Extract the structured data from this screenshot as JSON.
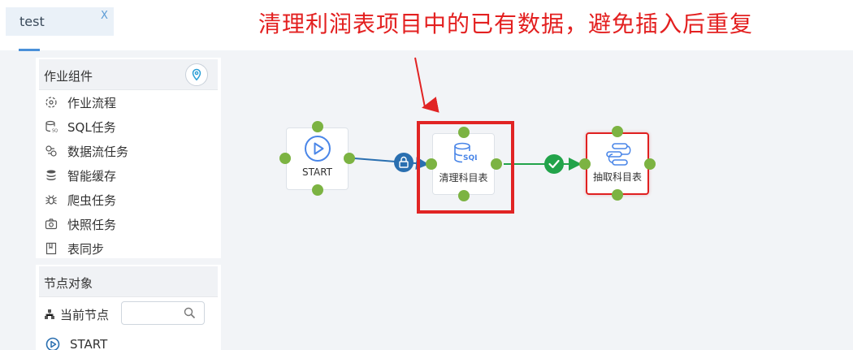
{
  "tab": {
    "label": "test",
    "close": "X"
  },
  "annotation": "清理利润表项目中的已有数据，避免插入后重复",
  "components": {
    "title": "作业组件",
    "items": [
      {
        "label": "作业流程",
        "icon": "workflow-icon"
      },
      {
        "label": "SQL任务",
        "icon": "sql-db-icon"
      },
      {
        "label": "数据流任务",
        "icon": "dataflow-icon"
      },
      {
        "label": "智能缓存",
        "icon": "cache-stack-icon"
      },
      {
        "label": "爬虫任务",
        "icon": "spider-icon"
      },
      {
        "label": "快照任务",
        "icon": "camera-icon"
      },
      {
        "label": "表同步",
        "icon": "table-sync-icon"
      }
    ]
  },
  "nodes_panel": {
    "title": "节点对象",
    "current_label": "当前节点",
    "search_placeholder": "",
    "items": [
      {
        "label": "START"
      }
    ]
  },
  "canvas": {
    "nodes": [
      {
        "label": "START",
        "type": "start"
      },
      {
        "label": "清理科目表",
        "type": "sql"
      },
      {
        "label": "抽取科目表",
        "type": "dataflow"
      }
    ],
    "node_icon_text": "SQL",
    "colors": {
      "port": "#7cb342",
      "lock": "#2a6fb0",
      "success": "#22a34a",
      "highlight": "#e12424",
      "icon_blue": "#4a86e8"
    }
  }
}
